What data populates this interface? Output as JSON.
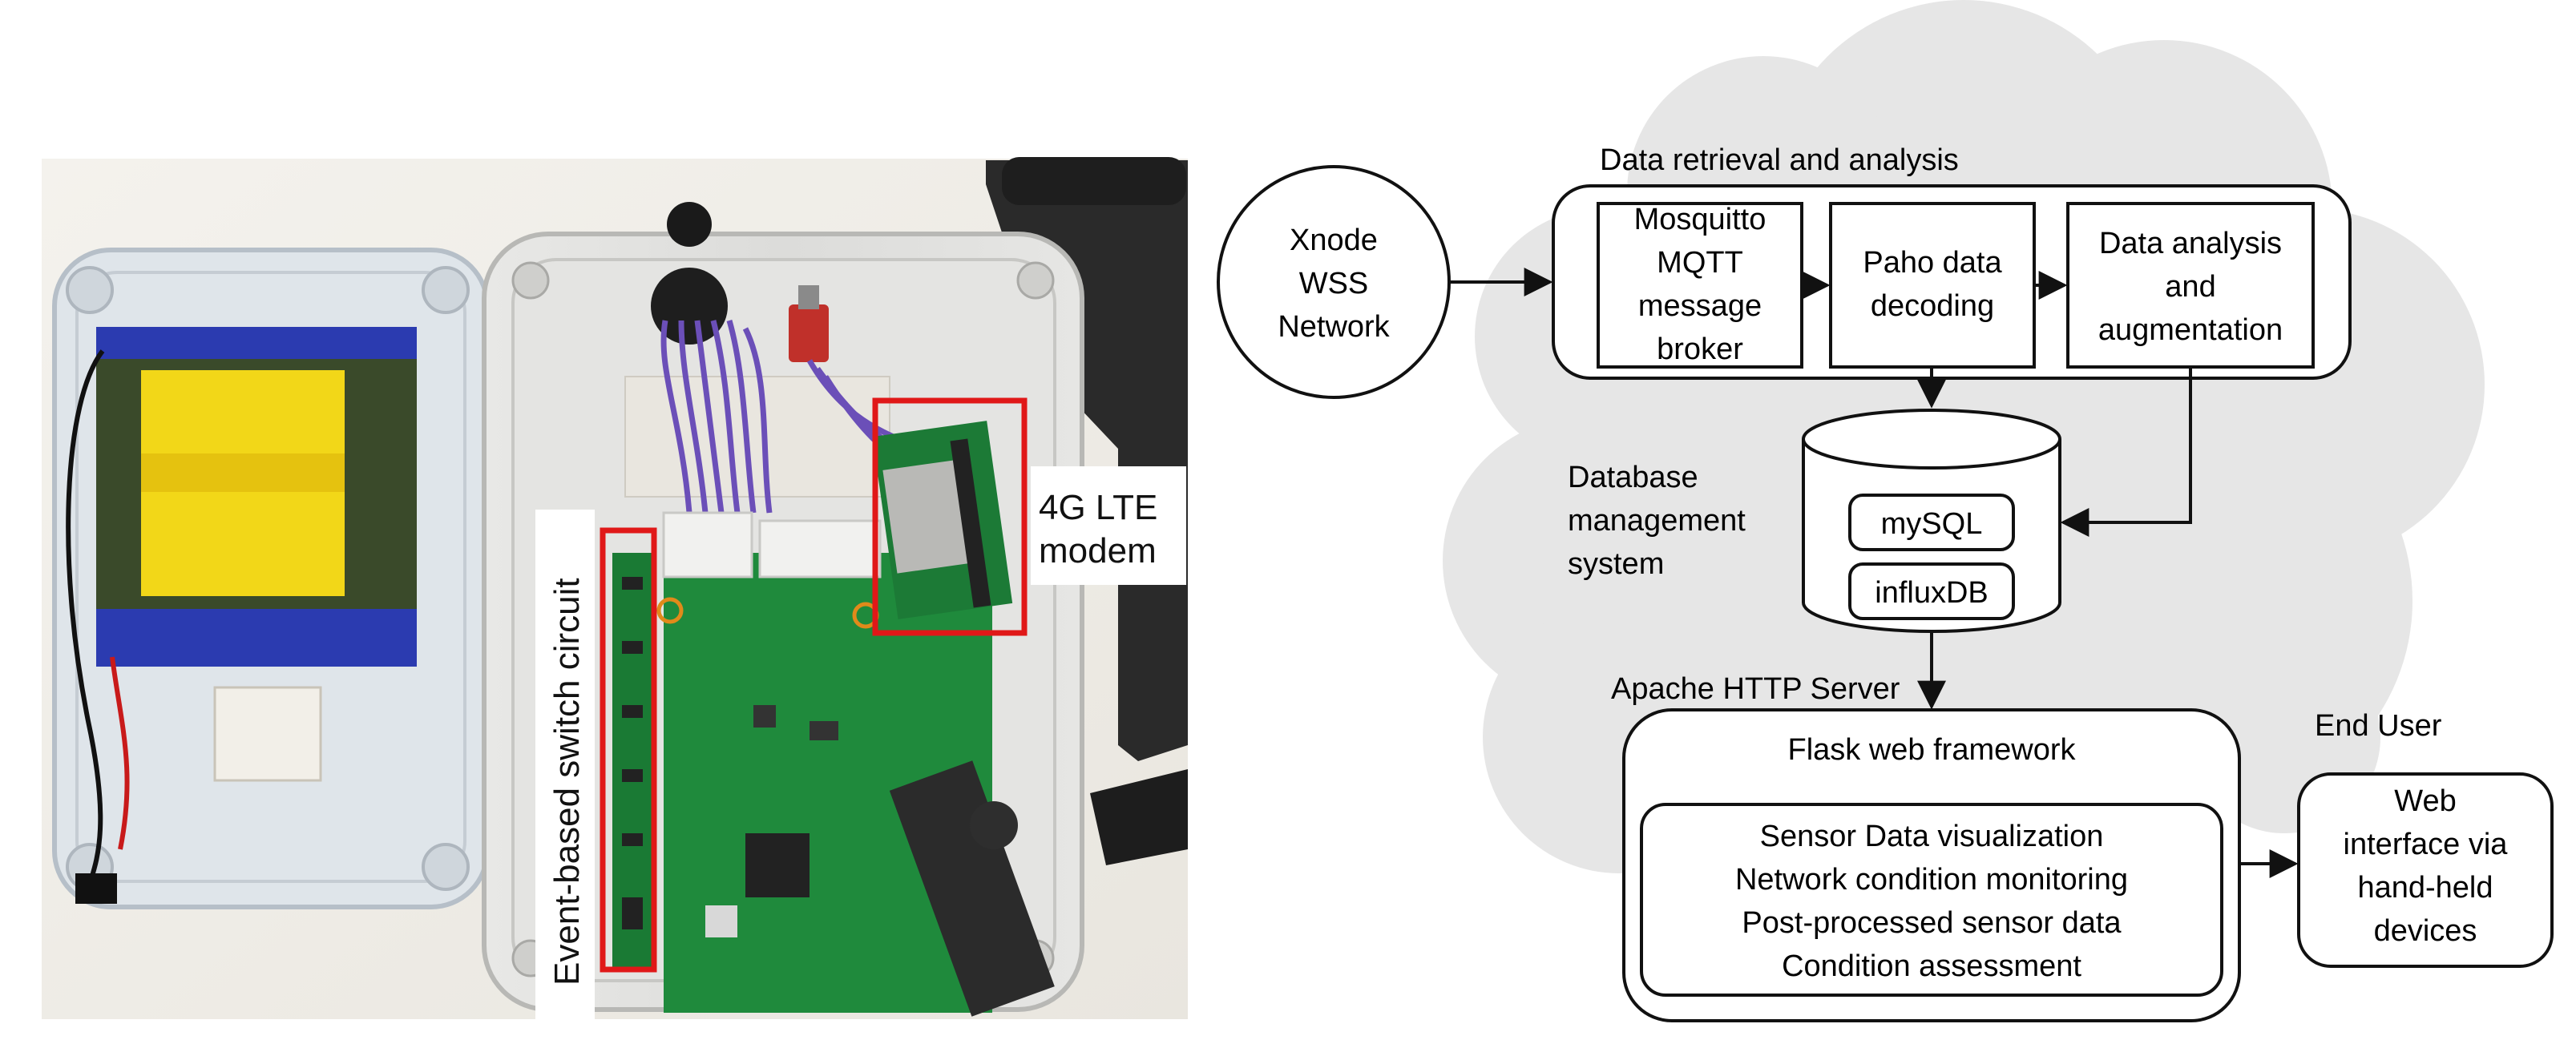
{
  "photo": {
    "callouts": {
      "modem": {
        "lines": [
          "4G LTE",
          "modem"
        ]
      },
      "switch": {
        "text": "Event-based  switch circuit"
      }
    },
    "colors": {
      "callout_box": "#e01818",
      "table": "#f3f1ec",
      "lid": "#d6dde3",
      "enclosure": "#e2e2e0",
      "battery_tape": "#2b3bb0",
      "pcb": "#1f8a3c",
      "wire": "#6b4fb8"
    }
  },
  "diagram": {
    "xnode_network": {
      "lines": [
        "Xnode",
        "WSS",
        "Network"
      ]
    },
    "data_retrieval": {
      "title": "Data retrieval and analysis",
      "mosquitto": {
        "lines": [
          "Mosquitto",
          "MQTT",
          "message",
          "broker"
        ]
      },
      "paho": {
        "lines": [
          "Paho data",
          "decoding"
        ]
      },
      "analysis": {
        "lines": [
          "Data analysis",
          "and",
          "augmentation"
        ]
      }
    },
    "database": {
      "label_lines": [
        "Database",
        "management",
        "system"
      ],
      "mysql": "mySQL",
      "influxdb": "influxDB"
    },
    "apache": {
      "title": "Apache HTTP Server",
      "flask": "Flask web framework",
      "features": [
        "Sensor Data visualization",
        "Network condition monitoring",
        "Post-processed sensor data",
        "Condition assessment"
      ]
    },
    "end_user": {
      "title": "End User",
      "box_lines": [
        "Web",
        "interface via",
        "hand-held",
        "devices"
      ]
    },
    "colors": {
      "cloud": "#e6e6e6",
      "stroke": "#111111",
      "box_fill": "#ffffff"
    }
  }
}
